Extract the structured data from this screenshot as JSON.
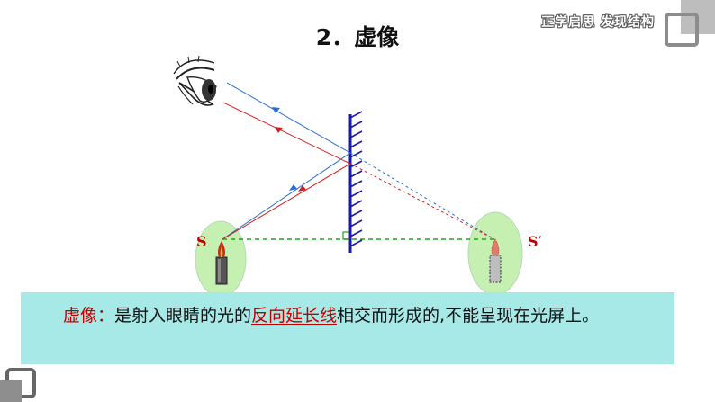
{
  "header": {
    "title": "2．虚像",
    "banner": "正学启思  发现结构"
  },
  "diagram": {
    "source_label": "S",
    "image_label": "S′"
  },
  "note": {
    "term": "虚像：",
    "part1": "是射入眼睛的光的",
    "underlined": "反向延长线",
    "part2": "相交而形成的,不能呈现在光屏上。"
  },
  "colors": {
    "ray_red": "#d22020",
    "ray_blue": "#2b6fd0",
    "mirror": "#1a1aa8",
    "green_dash": "#1aa51a",
    "halo": "#c6f0b2",
    "note_bg": "#a6e9e7",
    "term_red": "#c00000"
  },
  "icons": {
    "eye": "eye-icon",
    "candle": "candle-icon",
    "candle_image": "candle-image-icon"
  }
}
